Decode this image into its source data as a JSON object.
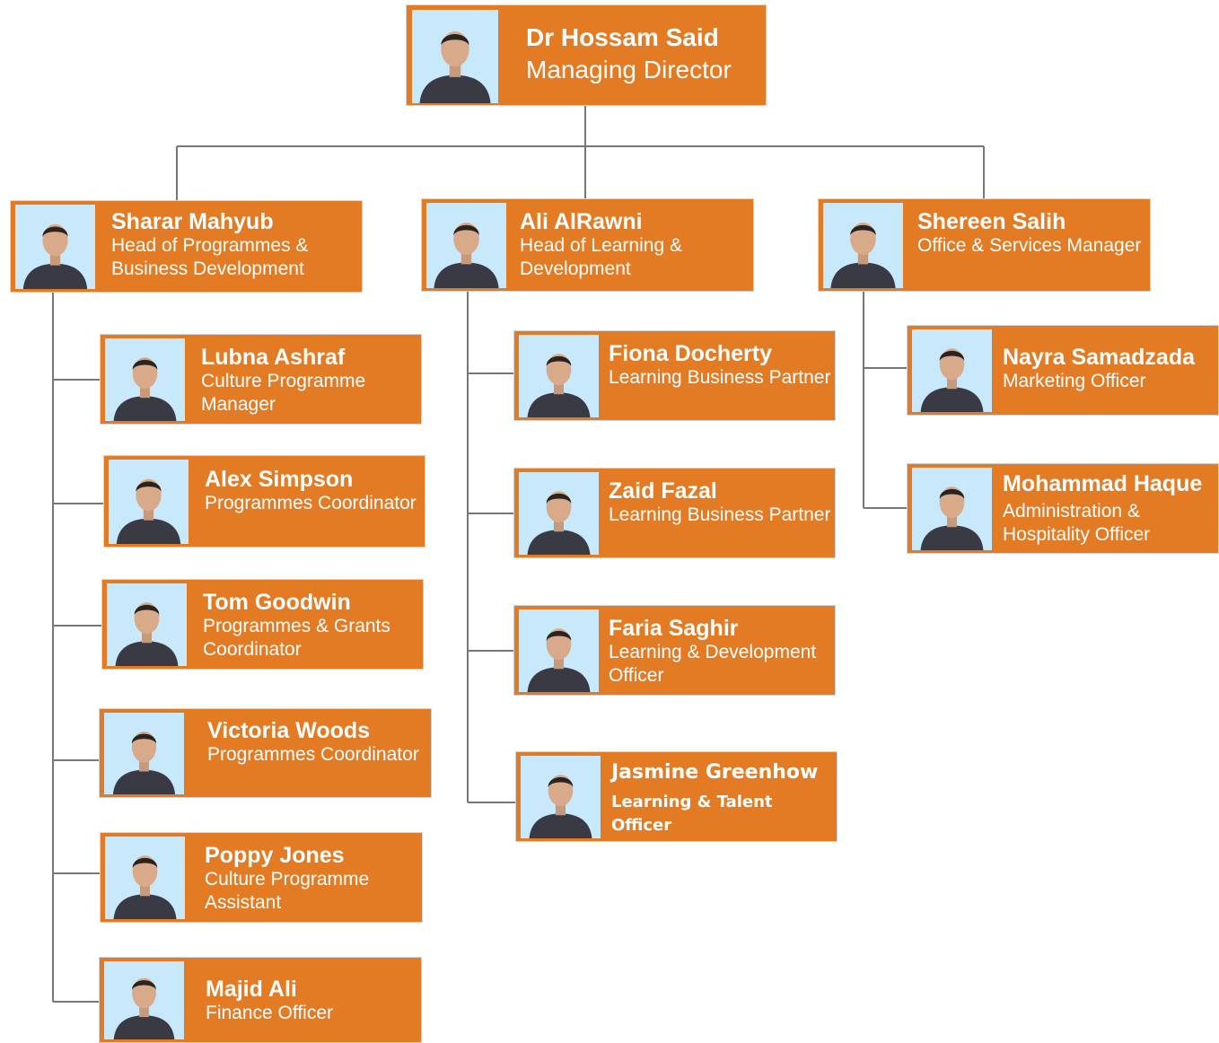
{
  "director": {
    "name": "Dr Hossam Said",
    "role": "Managing Director"
  },
  "departments": [
    {
      "head": {
        "name": "Sharar Mahyub",
        "role": "Head of Programmes & Business Development"
      },
      "reports": [
        {
          "name": "Lubna Ashraf",
          "role": "Culture Programme Manager"
        },
        {
          "name": "Alex Simpson",
          "role": "Programmes Coordinator"
        },
        {
          "name": "Tom Goodwin",
          "role": "Programmes & Grants Coordinator"
        },
        {
          "name": "Victoria Woods",
          "role": "Programmes Coordinator"
        },
        {
          "name": "Poppy Jones",
          "role": "Culture Programme Assistant"
        },
        {
          "name": "Majid Ali",
          "role": "Finance Officer"
        }
      ]
    },
    {
      "head": {
        "name": "Ali AlRawni",
        "role": "Head of Learning & Development"
      },
      "reports": [
        {
          "name": "Fiona Docherty",
          "role": "Learning Business Partner"
        },
        {
          "name": "Zaid Fazal",
          "role": "Learning Business Partner"
        },
        {
          "name": "Faria Saghir",
          "role": "Learning & Development Officer"
        },
        {
          "name": "Jasmine Greenhow",
          "role": "Learning & Talent Officer"
        }
      ]
    },
    {
      "head": {
        "name": "Shereen Salih",
        "role": "Office & Services Manager"
      },
      "reports": [
        {
          "name": "Nayra Samadzada",
          "role": "Marketing Officer"
        },
        {
          "name": "Mohammad Haque",
          "role": "Administration & Hospitality Officer"
        }
      ]
    }
  ],
  "colors": {
    "card": "#e37a24",
    "photo_background": "#c7e9fb",
    "connector": "#777777",
    "text": "#ffffff"
  },
  "icons": [
    "person-photo-icon"
  ]
}
